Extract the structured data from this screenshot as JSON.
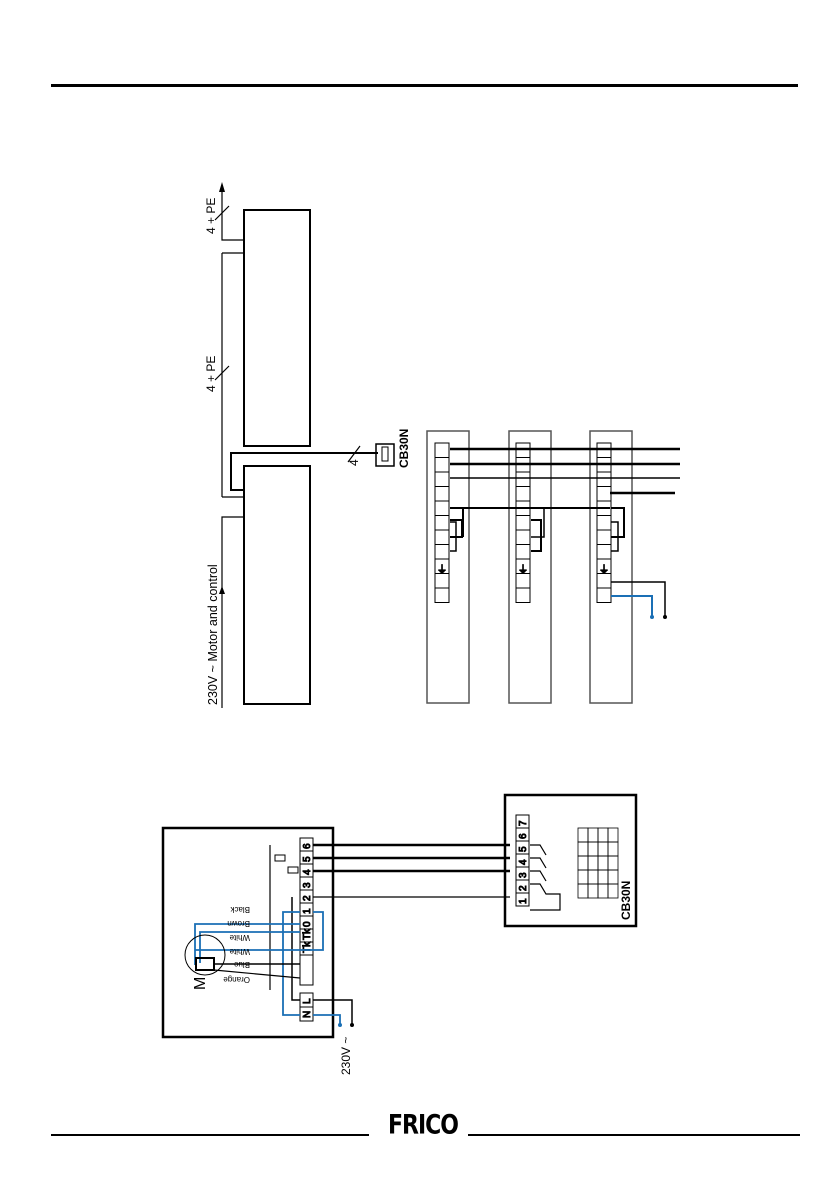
{
  "header": {
    "rule": "top-rule"
  },
  "diagram_top": {
    "labels": {
      "pe_top": "4 + PE",
      "pe_middle": "4 + PE",
      "supply": "230V ~ Motor and control",
      "cable_cb": "4",
      "controller": "CB30N"
    },
    "units": [
      {
        "name": "unit-1"
      },
      {
        "name": "unit-2"
      },
      {
        "name": "unit-3"
      }
    ]
  },
  "diagram_bottom": {
    "terminal_labels": [
      "6",
      "5",
      "4",
      "3",
      "2",
      "1",
      "0",
      "Tk",
      "Tk"
    ],
    "supply_terminals": [
      "L",
      "N"
    ],
    "wire_labels": [
      "Black",
      "Brown",
      "White",
      "White",
      "Blue",
      "Orange"
    ],
    "motor_label": "M",
    "motor_phase": "~",
    "supply_label": "230V ~",
    "controller_label": "CB30N",
    "controller_terminals": [
      "1",
      "2",
      "3",
      "4",
      "5",
      "6",
      "7"
    ]
  },
  "colors": {
    "line": "#000000",
    "wire_blue": "#1a6fb5"
  },
  "footer": {
    "logo": "FRICO"
  }
}
